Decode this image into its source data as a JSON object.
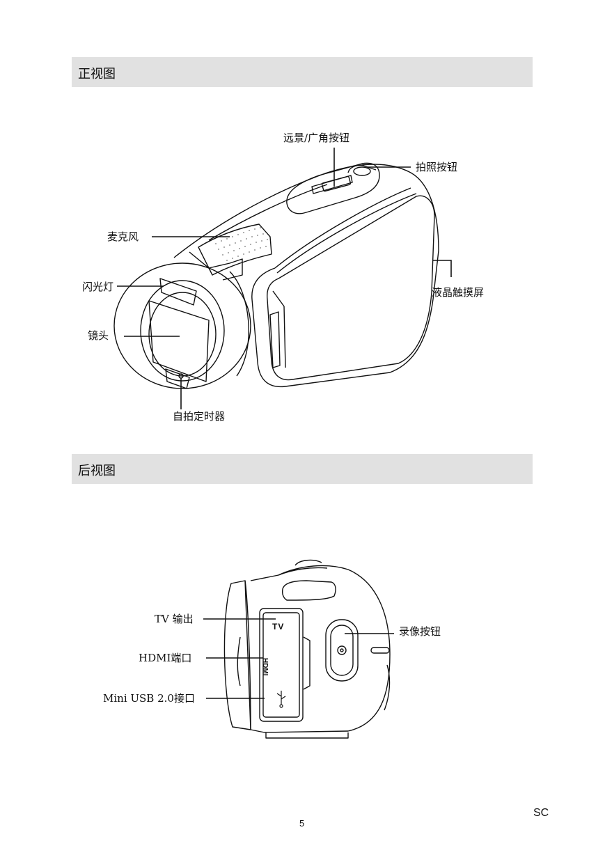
{
  "front_view": {
    "title": "正视图",
    "labels": {
      "zoom": "远景/广角按钮",
      "photo": "拍照按钮",
      "mic": "麦克风",
      "lcd": "液晶触摸屏",
      "flash": "闪光灯",
      "lens": "镜头",
      "timer": "自拍定时器"
    }
  },
  "rear_view": {
    "title": "后视图",
    "labels": {
      "tv": "TV 输出",
      "hdmi": "HDMI端口",
      "usb": "Mini USB 2.0接口",
      "record": "录像按钮"
    },
    "port_marks": {
      "tv": "TV",
      "hdmi": "HDMI"
    }
  },
  "footer": {
    "page_number": "5",
    "language": "SC"
  }
}
